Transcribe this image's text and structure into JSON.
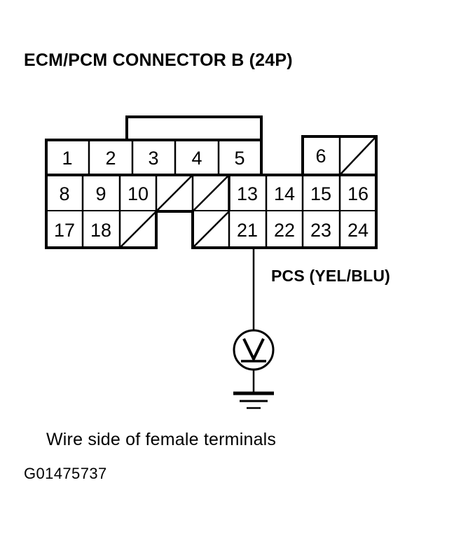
{
  "title": "ECM/PCM CONNECTOR B (24P)",
  "caption": "Wire side of female terminals",
  "reference_code": "G01475737",
  "wire": {
    "label": "PCS (YEL/BLU)",
    "source_terminal": "21",
    "meter_symbol": "V",
    "meter_type": "voltmeter",
    "ground_symbol": "earth-ground"
  },
  "connector": {
    "name": "ECM/PCM CONNECTOR B",
    "pin_count": "24P",
    "rows": [
      {
        "row": 1,
        "cells": [
          {
            "label": "1",
            "blank": false
          },
          {
            "label": "2",
            "blank": false
          },
          {
            "label": "3",
            "blank": false
          },
          {
            "label": "4",
            "blank": false
          },
          {
            "label": "5",
            "blank": false
          },
          {
            "label": "6",
            "blank": false
          },
          {
            "label": "",
            "blank": true
          }
        ]
      },
      {
        "row": 2,
        "cells": [
          {
            "label": "8",
            "blank": false
          },
          {
            "label": "9",
            "blank": false
          },
          {
            "label": "10",
            "blank": false
          },
          {
            "label": "",
            "blank": true
          },
          {
            "label": "",
            "blank": true
          },
          {
            "label": "13",
            "blank": false
          },
          {
            "label": "14",
            "blank": false
          },
          {
            "label": "15",
            "blank": false
          },
          {
            "label": "16",
            "blank": false
          }
        ]
      },
      {
        "row": 3,
        "cells": [
          {
            "label": "17",
            "blank": false
          },
          {
            "label": "18",
            "blank": false
          },
          {
            "label": "",
            "blank": true
          },
          {
            "label": "",
            "notch": true
          },
          {
            "label": "",
            "blank": true
          },
          {
            "label": "21",
            "blank": false
          },
          {
            "label": "22",
            "blank": false
          },
          {
            "label": "23",
            "blank": false
          },
          {
            "label": "24",
            "blank": false
          }
        ]
      }
    ]
  },
  "colors": {
    "ink": "#000000",
    "background": "#ffffff"
  }
}
